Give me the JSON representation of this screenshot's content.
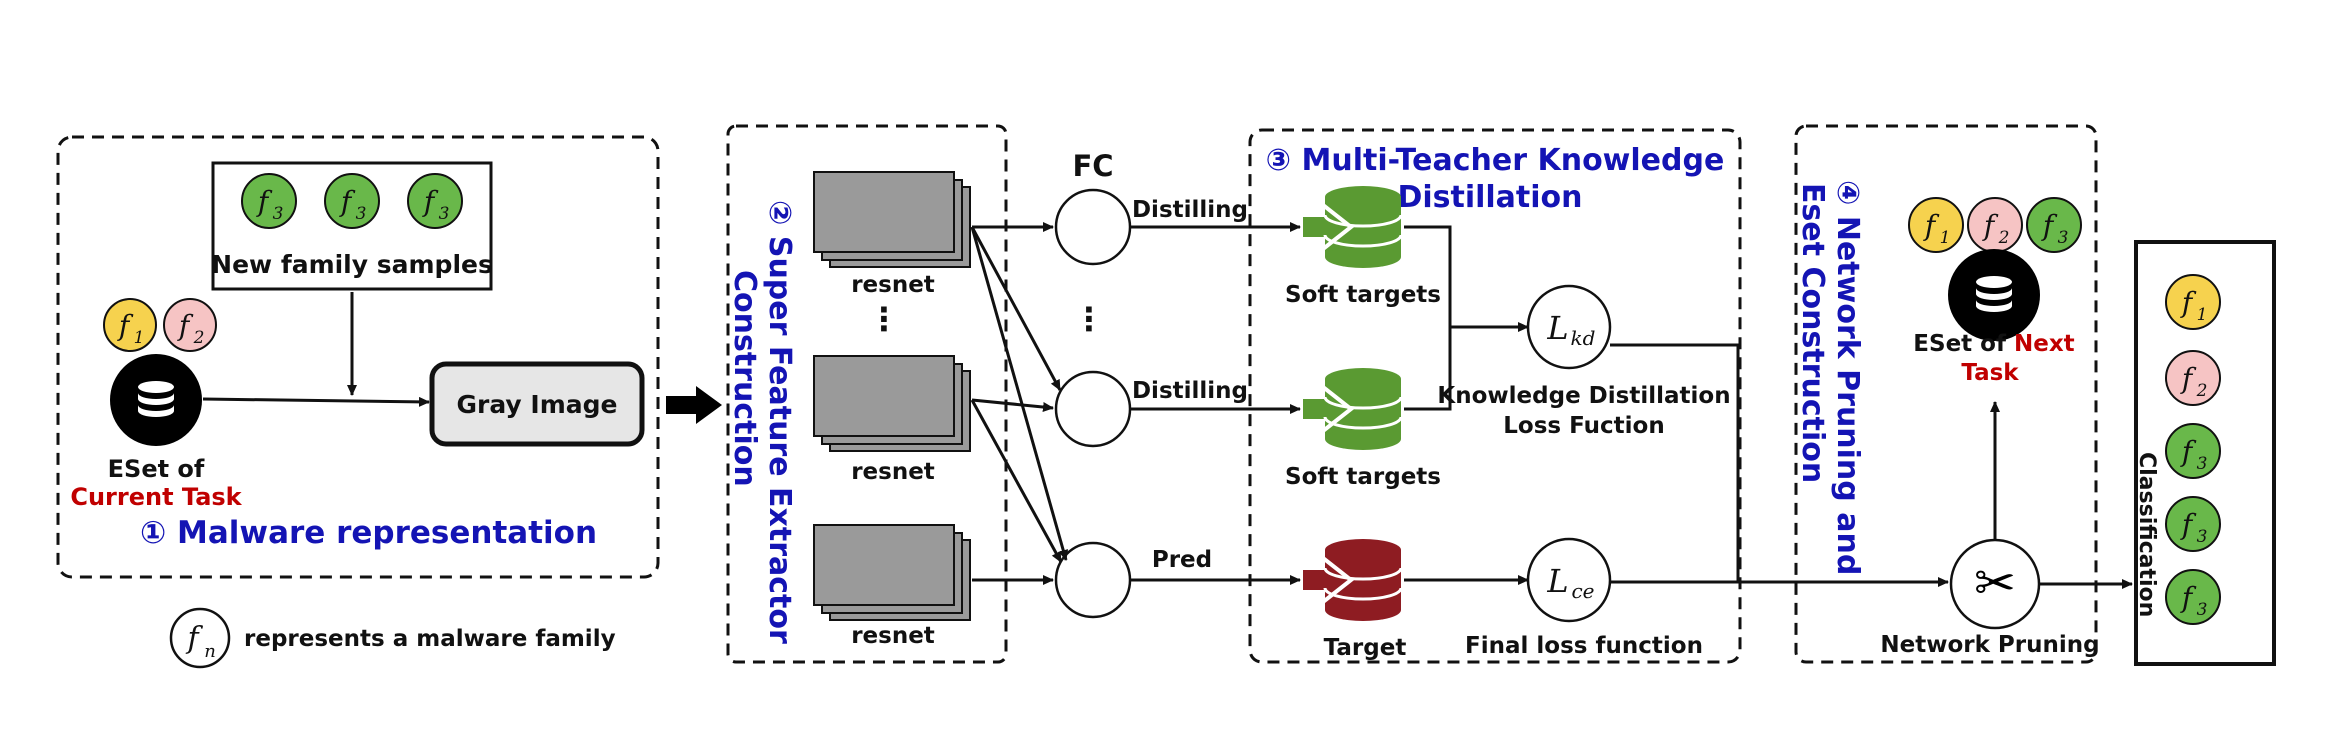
{
  "section1": {
    "title": "① Malware representation",
    "new_family_label": "New family samples",
    "gray_image_label": "Gray Image",
    "eset_line1": "ESet of",
    "eset_line2": "Current Task",
    "circles_top": [
      "3",
      "3",
      "3"
    ],
    "circles_left": [
      "1",
      "2"
    ]
  },
  "legend": {
    "symbol_letter": "f",
    "symbol_sub": "n",
    "text": "represents a malware family"
  },
  "section2": {
    "title_line1": "② Super Feature Extractor",
    "title_line2": "Construction",
    "resnet_labels": [
      "resnet",
      "resnet",
      "resnet"
    ],
    "dots": "⋮"
  },
  "fc": {
    "label": "FC",
    "dots": "⋮",
    "edge_labels": [
      "Distilling",
      "Distilling",
      "Pred"
    ]
  },
  "section3": {
    "title_line1": "③ Multi-Teacher Knowledge",
    "title_line2": "Distillation",
    "soft_targets": [
      "Soft targets",
      "Soft targets"
    ],
    "target_label": "Target",
    "kd_symbol": "L",
    "kd_sub": "kd",
    "ce_symbol": "L",
    "ce_sub": "ce",
    "kd_caption_line1": "Knowledge Distillation",
    "kd_caption_line2": "Loss Fuction",
    "final_loss_label": "Final loss function"
  },
  "section4": {
    "title_line1": "④ Network Pruning and",
    "title_line2": "Eset Construction",
    "eset_line1_a": "ESet of",
    "eset_line1_b": "Next",
    "eset_line2": "Task",
    "pruning_label": "Network Pruning",
    "circles": [
      "1",
      "2",
      "3"
    ]
  },
  "classification": {
    "label": "Classification",
    "circles": [
      "1",
      "2",
      "3",
      "3",
      "3"
    ]
  },
  "icons": {
    "database": "database-icon",
    "scissors": "scissors-icon",
    "teacher_db": "teacher-database-icon"
  },
  "colors": {
    "yellow": "#f6d24e",
    "pink": "#f6c4c4",
    "green": "#69b84a",
    "teacher_green": "#5a9a32",
    "teacher_red": "#8e1c22",
    "title_blue": "#1414b4",
    "red_text": "#c00000",
    "gray_block": "#9a9a9a"
  }
}
